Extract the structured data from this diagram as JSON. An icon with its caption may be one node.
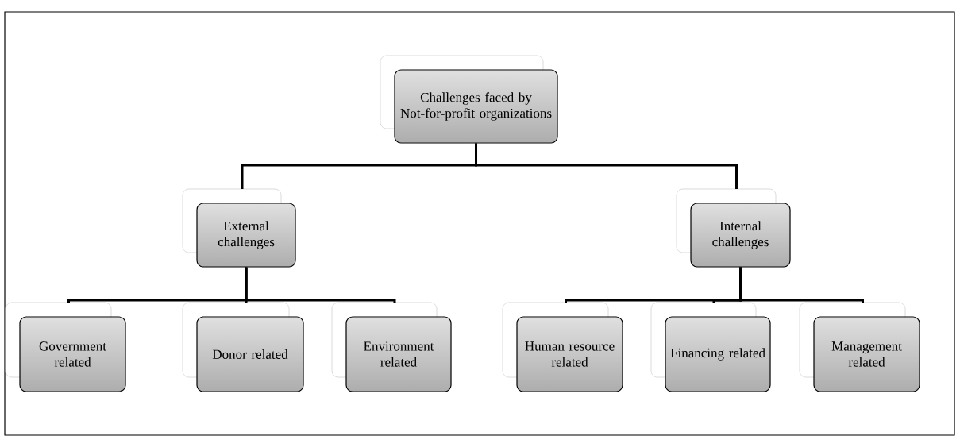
{
  "diagram": {
    "nodes": [
      {
        "text": [
          "Challenges faced by Not-for-profit organizations"
        ]
      },
      {
        "text": [
          "External challenges"
        ]
      },
      {
        "text": [
          "Internal challenges"
        ]
      },
      {
        "text": [
          "Government related"
        ]
      },
      {
        "text": [
          "Donor related"
        ]
      },
      {
        "text": [
          "Environment related"
        ]
      },
      {
        "text": [
          "Human resource related"
        ]
      },
      {
        "text": [
          "Financing related"
        ]
      },
      {
        "text": [
          "Management related"
        ]
      }
    ],
    "edges": [
      {
        "from": 0,
        "to": 1,
        "arrow": "none"
      },
      {
        "from": 0,
        "to": 2,
        "arrow": "none"
      },
      {
        "from": 1,
        "to": 3,
        "arrow": "none"
      },
      {
        "from": 1,
        "to": 4,
        "arrow": "none"
      },
      {
        "from": 1,
        "to": 5,
        "arrow": "none"
      },
      {
        "from": 2,
        "to": 6,
        "arrow": "none"
      },
      {
        "from": 2,
        "to": 7,
        "arrow": "none"
      },
      {
        "from": 2,
        "to": 8,
        "arrow": "none"
      }
    ]
  }
}
